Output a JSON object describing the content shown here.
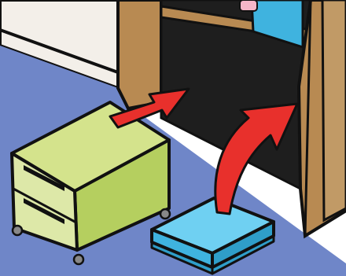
{
  "scene": {
    "description_label": "",
    "colors": {
      "floor": "#6f86c8",
      "wall": "#f3efe9",
      "closet_wood": "#b88a52",
      "closet_interior": "#1e1e1e",
      "drawer_unit_front": "#dde8a8",
      "drawer_unit_side": "#b5cf5f",
      "drawer_unit_top": "#d4e38c",
      "box": "#3fb3df",
      "box_lid_top": "#6fd0f2",
      "box_lid_side": "#2f9ec9",
      "arrow": "#e8302c",
      "outline": "#111111"
    },
    "icons": [
      "drawer-unit",
      "storage-box",
      "closet",
      "move-arrow"
    ]
  }
}
